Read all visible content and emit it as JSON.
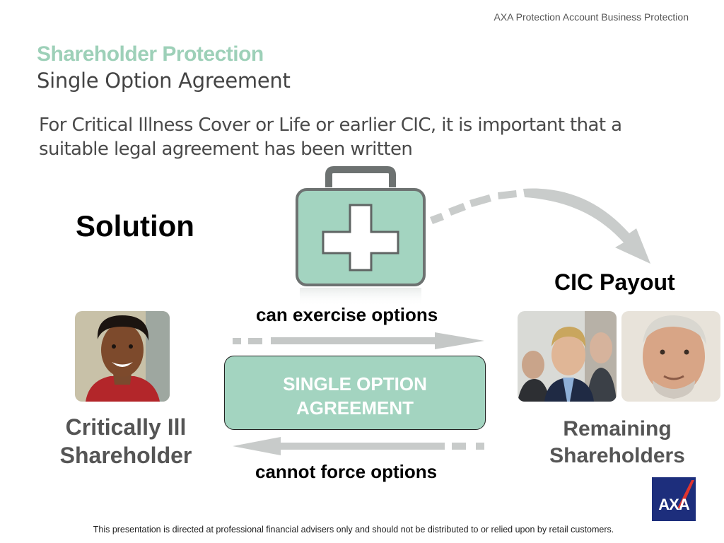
{
  "header": {
    "tagline": "AXA Protection Account Business Protection"
  },
  "title": {
    "main": "Shareholder Protection",
    "sub": "Single Option Agreement"
  },
  "intro": "For Critical Illness Cover or Life or earlier CIC, it is important that a suitable legal agreement has been written",
  "diagram": {
    "solution": "Solution",
    "cic_payout": "CIC Payout",
    "top_arrow_label": "can exercise options",
    "bottom_arrow_label": "cannot force options",
    "agreement_line1": "SINGLE OPTION",
    "agreement_line2": "AGREEMENT",
    "left_label_line1": "Critically Ill",
    "left_label_line2": "Shareholder",
    "right_label_line1": "Remaining",
    "right_label_line2": "Shareholders"
  },
  "logo": {
    "text": "AXA"
  },
  "footer": "This presentation is directed at professional financial advisers only and should not be distributed to or relied upon by retail customers.",
  "colors": {
    "accent": "#9dd0b8",
    "agreement_box": "#a3d4c0",
    "axa_blue": "#1d2e7c",
    "axa_red": "#e0342f"
  }
}
